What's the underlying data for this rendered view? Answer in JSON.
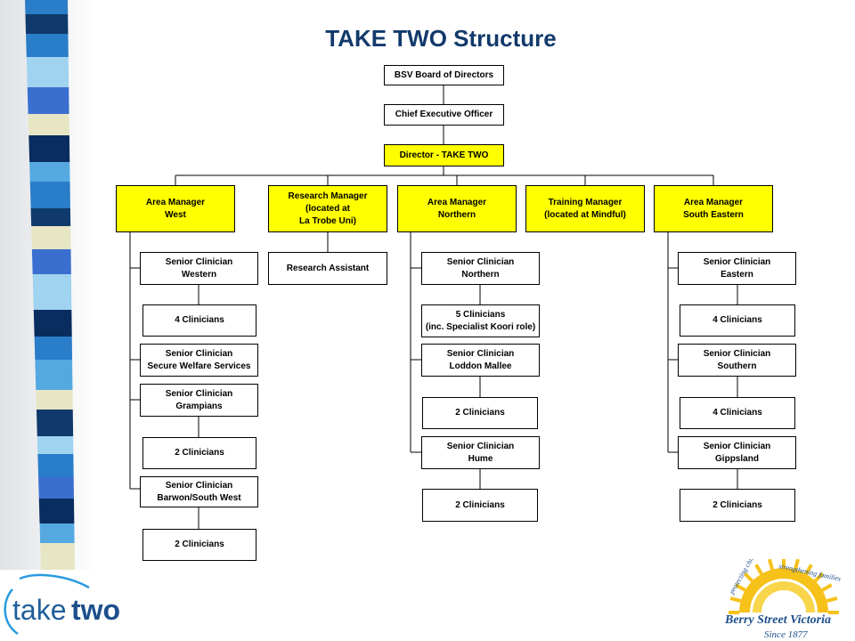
{
  "title": "TAKE TWO Structure",
  "colors": {
    "highlight": "#ffff00",
    "title": "#123a6b",
    "stripe": [
      "#2a7dc8",
      "#0f3a6b",
      "#9fd3f0",
      "#3a6fd0",
      "#e7e6c4",
      "#0a2d60",
      "#55a9e0",
      "#000000"
    ]
  },
  "chart": {
    "board": "BSV Board of Directors",
    "ceo": "Chief Executive Officer",
    "director": "Director - TAKE TWO",
    "managers": {
      "west": "Area Manager\nWest",
      "research": "Research Manager\n(located at\nLa Trobe Uni)",
      "northern": "Area Manager\nNorthern",
      "training": "Training Manager\n(located at Mindful)",
      "south_eastern": "Area Manager\nSouth Eastern"
    },
    "west": [
      "Senior Clinician\nWestern",
      "4 Clinicians",
      "Senior Clinician\nSecure Welfare Services",
      "Senior Clinician\nGrampians",
      "2 Clinicians",
      "Senior Clinician\nBarwon/South West",
      "2 Clinicians"
    ],
    "research": [
      "Research Assistant"
    ],
    "northern": [
      "Senior Clinician\nNorthern",
      "5 Clinicians\n(inc. Specialist Koori role)",
      "Senior Clinician\nLoddon Mallee",
      "2 Clinicians",
      "Senior Clinician\nHume",
      "2 Clinicians"
    ],
    "south_eastern": [
      "Senior Clinician\nEastern",
      "4 Clinicians",
      "Senior Clinician\nSouthern",
      "4 Clinicians",
      "Senior Clinician\nGippsland",
      "2 Clinicians"
    ]
  },
  "logos": {
    "takeTwo": "takeTwo",
    "berryStreet": "Berry Street Victoria",
    "since": "Since 1877",
    "tagline_left": "protecting children",
    "tagline_right": "strengthening families"
  }
}
